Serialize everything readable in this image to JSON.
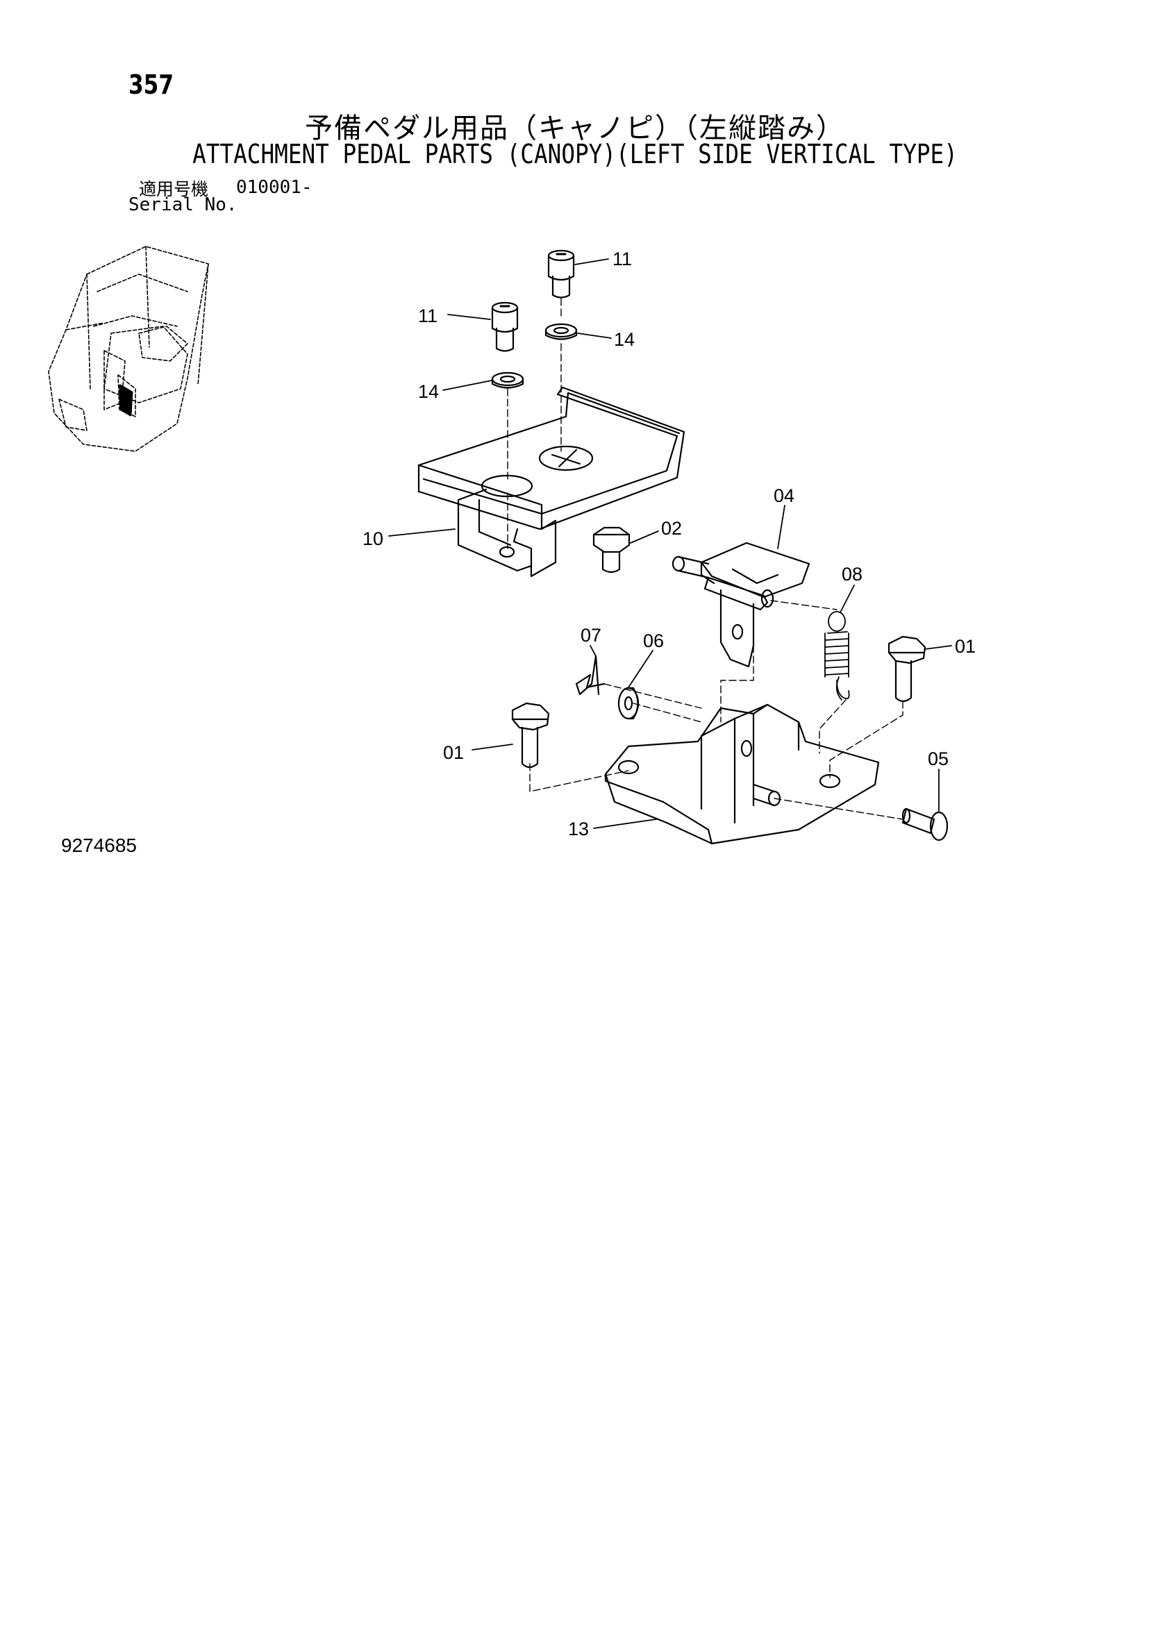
{
  "header": {
    "page_number": "357",
    "title_jp": "予備ペダル用品（キャノピ）（左縦踏み）",
    "title_en": "ATTACHMENT PEDAL PARTS (CANOPY)(LEFT SIDE VERTICAL TYPE)",
    "serial_label_jp": "適用号機",
    "serial_value": "010001-",
    "serial_label_en": "Serial No."
  },
  "diagram": {
    "callouts": [
      "11",
      "11",
      "14",
      "14",
      "10",
      "02",
      "04",
      "08",
      "07",
      "06",
      "01",
      "01",
      "05",
      "13"
    ]
  },
  "footer": {
    "document_number": "9274685"
  }
}
